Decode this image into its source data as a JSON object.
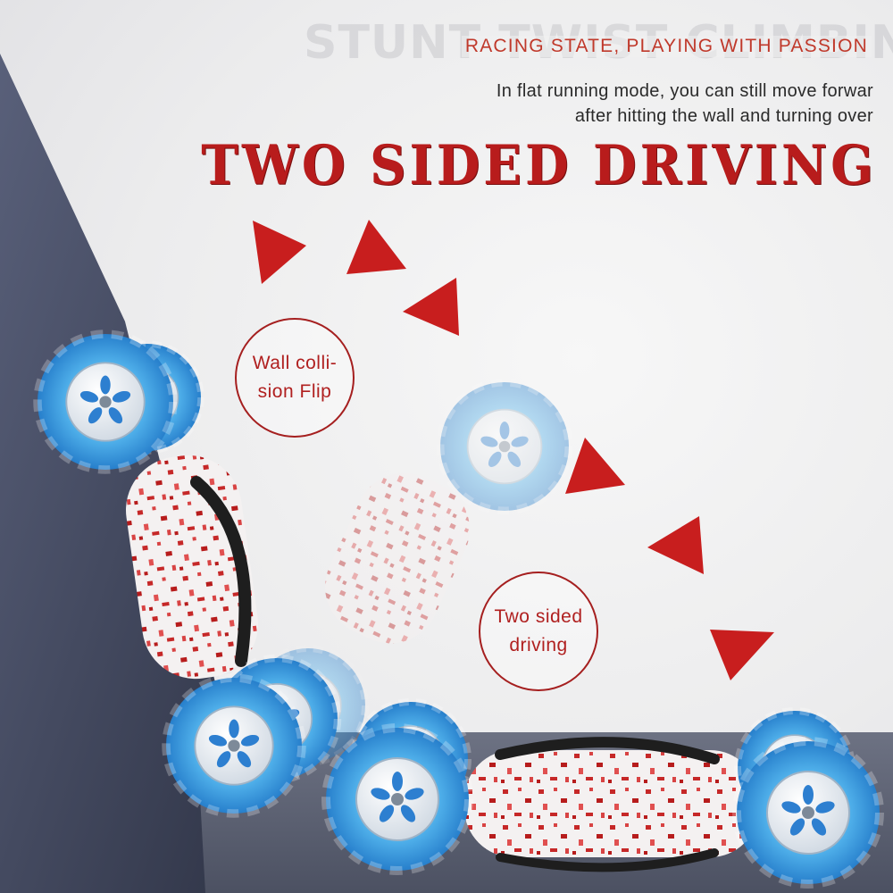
{
  "header": {
    "ghost_title": "STUNT TWIST CLIMBING CAR",
    "subtitle": "RACING STATE, PLAYING WITH PASSION",
    "description_lines": [
      "In flat running mode, you can still move forwar",
      "after hitting the wall and turning over"
    ],
    "headline": "TWO SIDED DRIVING"
  },
  "callouts": {
    "wall_flip": {
      "line1": "Wall colli-",
      "line2": "sion Flip"
    },
    "two_sided": {
      "line1": "Two sided",
      "line2": "driving"
    }
  },
  "colors": {
    "accent_red": "#b81c1c",
    "wheel_blue": "#3b9fe0",
    "floor_dark": "#5a5f70",
    "wall_dark": "#3a4052"
  }
}
